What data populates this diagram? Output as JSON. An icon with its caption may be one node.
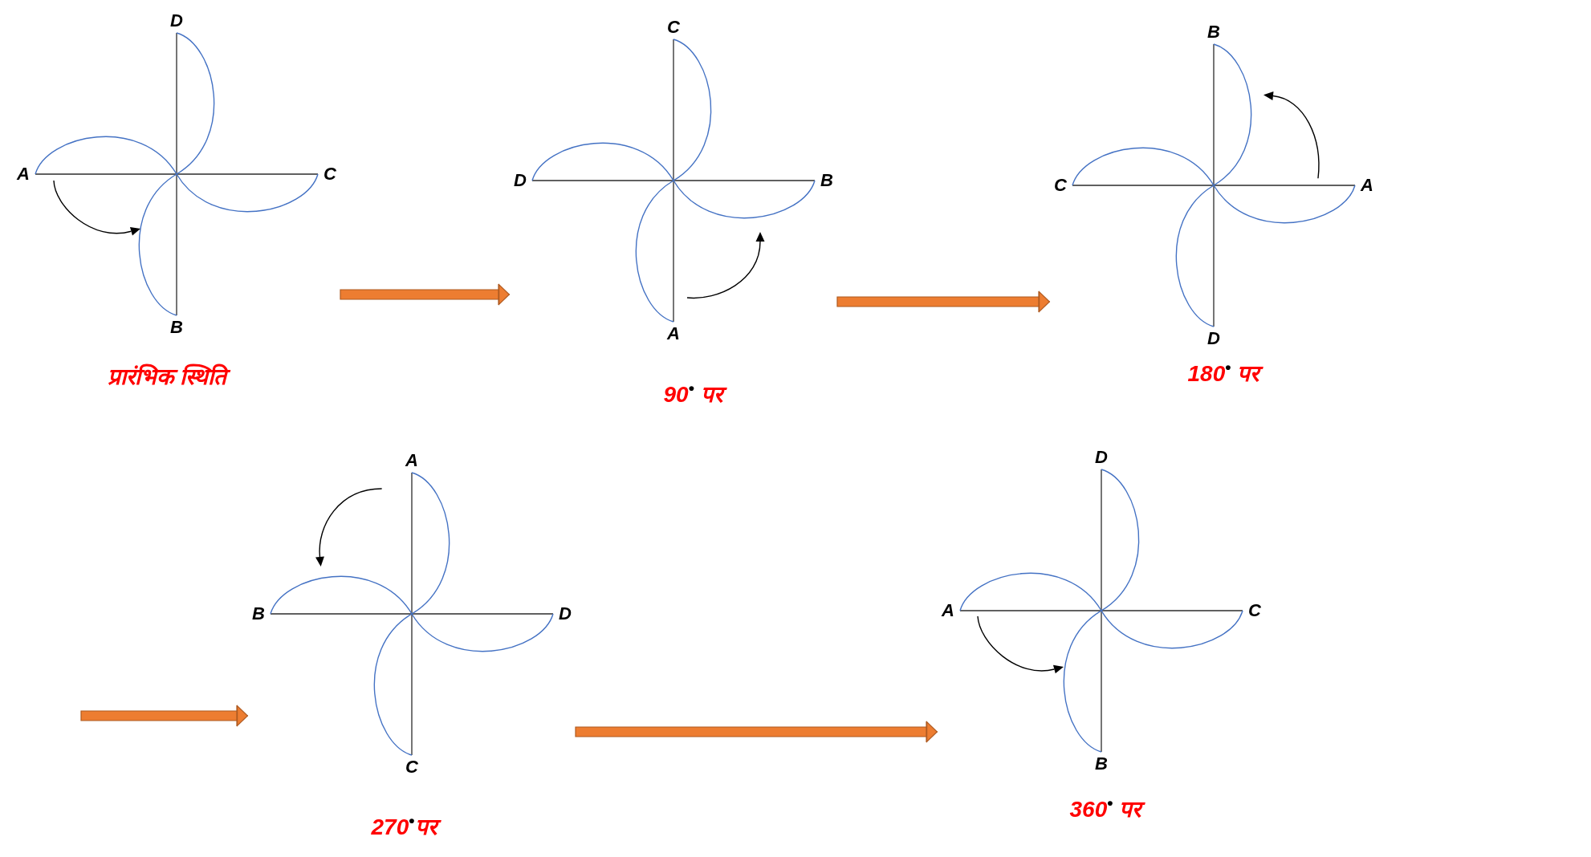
{
  "diagram": {
    "nodes": [
      {
        "text": [
          "D",
          "A",
          "C",
          "B"
        ],
        "beside": [
          "प्रारंभिक स्थिति"
        ]
      },
      {
        "text": [
          "C",
          "D",
          "B",
          "A"
        ],
        "beside": [
          "90$^{•}$ पर"
        ]
      },
      {
        "text": [
          "B",
          "C",
          "A",
          "D"
        ],
        "beside": [
          "180$^{•}$ पर"
        ]
      },
      {
        "text": [
          "A",
          "B",
          "D",
          "C"
        ],
        "beside": [
          "270$^{•}$पर"
        ]
      },
      {
        "text": [
          "D",
          "A",
          "C",
          "B"
        ],
        "beside": [
          "360$^{•}$ पर"
        ]
      }
    ],
    "edges": [
      {
        "from": 0,
        "to": 1,
        "arrow": "to"
      },
      {
        "from": 1,
        "to": 2,
        "arrow": "to"
      },
      {
        "from": null,
        "to": 3,
        "arrow": "to"
      },
      {
        "from": 3,
        "to": 4,
        "arrow": "to"
      }
    ]
  }
}
